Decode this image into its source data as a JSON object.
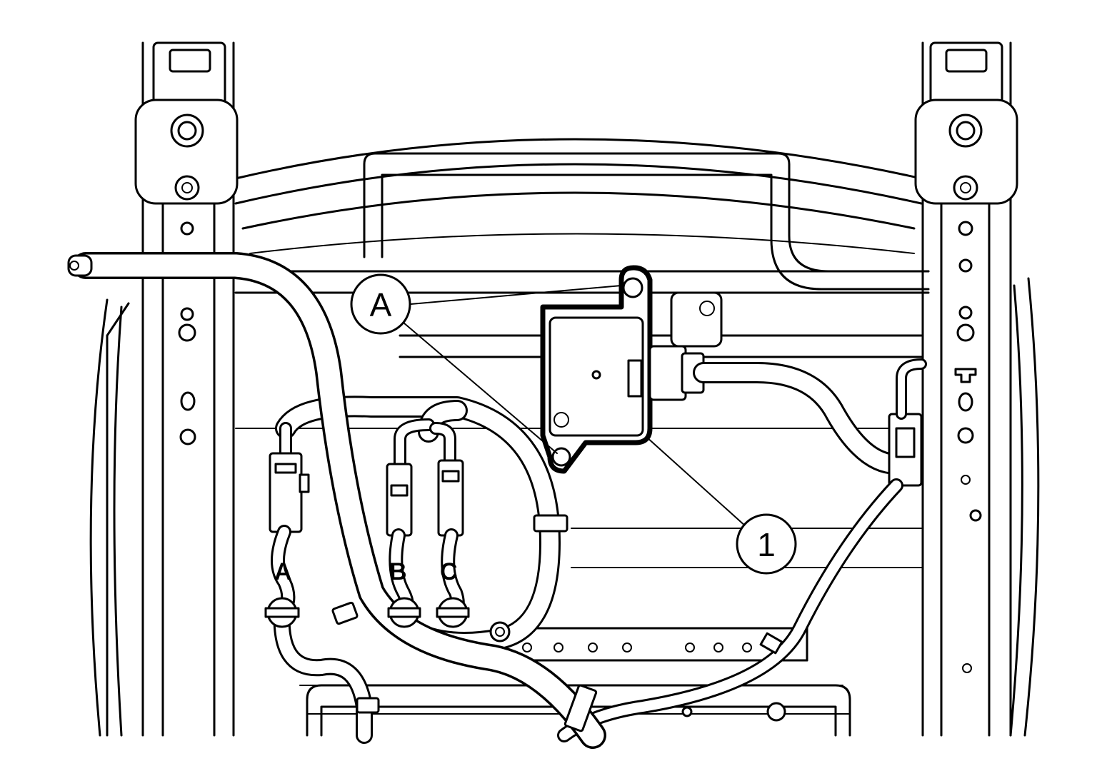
{
  "figure": {
    "callouts": [
      {
        "id": "callout-A",
        "label": "A"
      },
      {
        "id": "callout-1",
        "label": "1"
      }
    ],
    "connector_labels": {
      "a": "A",
      "b": "B",
      "c": "C"
    }
  }
}
